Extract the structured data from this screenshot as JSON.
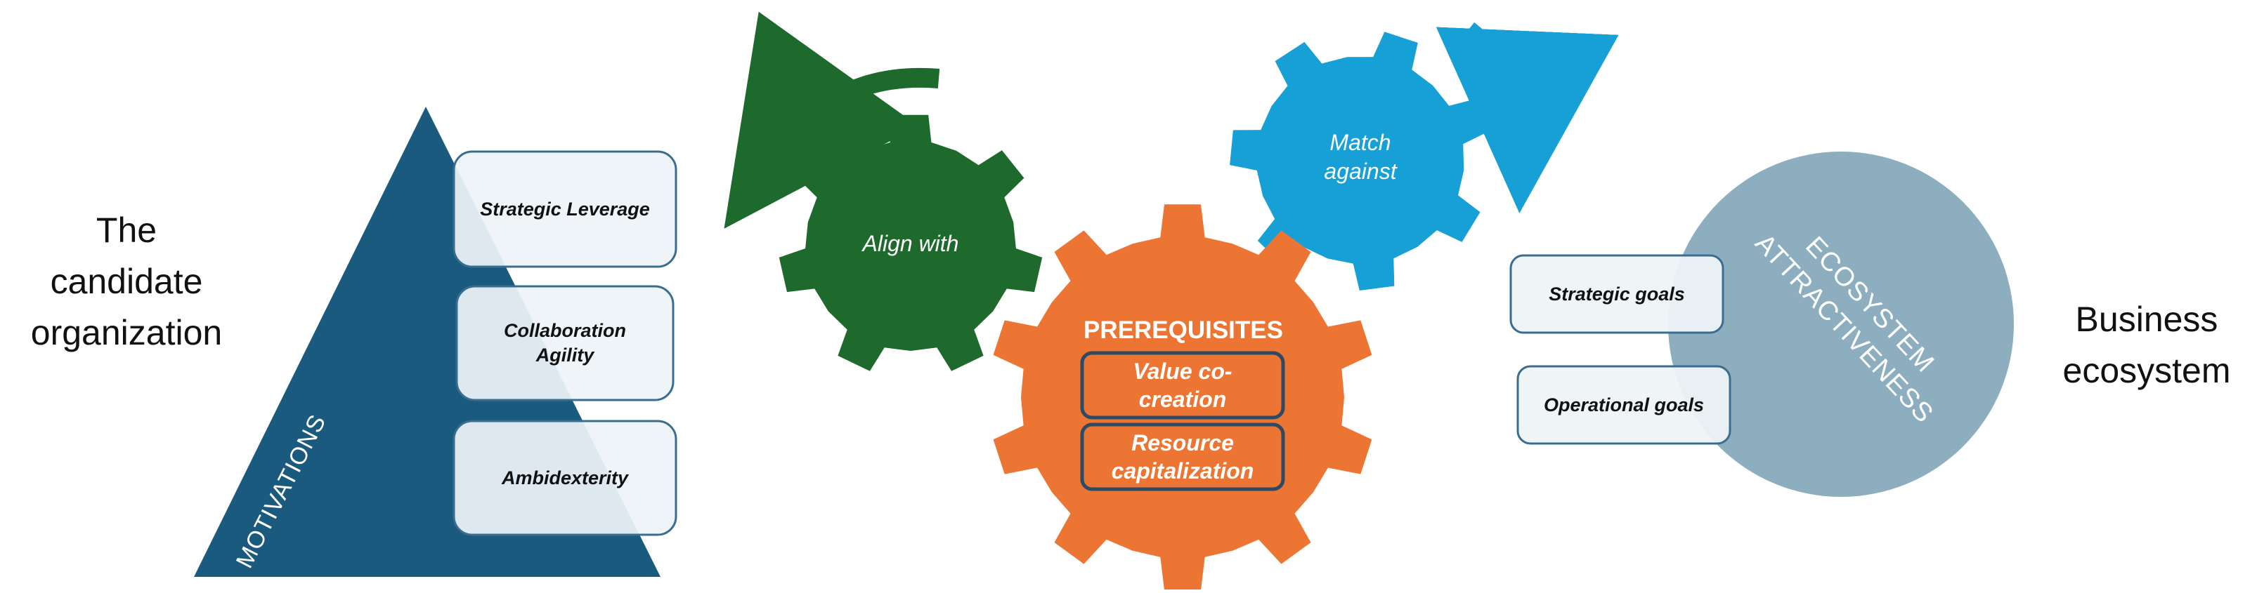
{
  "diagram": {
    "left_label": [
      "The",
      "candidate",
      "organization"
    ],
    "right_label": [
      "Business",
      "ecosystem"
    ],
    "pyramid": {
      "label": "MOTIVATIONS",
      "items": [
        [
          "Strategic Leverage"
        ],
        [
          "Collaboration",
          "Agility"
        ],
        [
          "Ambidexterity"
        ]
      ]
    },
    "gears": {
      "align": "Align with",
      "match": [
        "Match",
        "against"
      ],
      "prerequisites": {
        "title": "PREREQUISITES",
        "items": [
          [
            "Value co-",
            "creation"
          ],
          [
            "Resource",
            "capitalization"
          ]
        ]
      }
    },
    "ecosystem": {
      "label": [
        "ECOSYSTEM",
        "ATTRACTIVENESS"
      ],
      "goals": [
        "Strategic goals",
        "Operational goals"
      ]
    },
    "colors": {
      "pyramid": "#1a5a7f",
      "align_gear": "#1e6a2d",
      "match_gear": "#17a0d6",
      "prereq_gear": "#ec7533",
      "ecosystem_circle": "#8caebf"
    },
    "icons": [
      "curved-arrow-left-icon",
      "curved-arrow-down-icon"
    ]
  }
}
